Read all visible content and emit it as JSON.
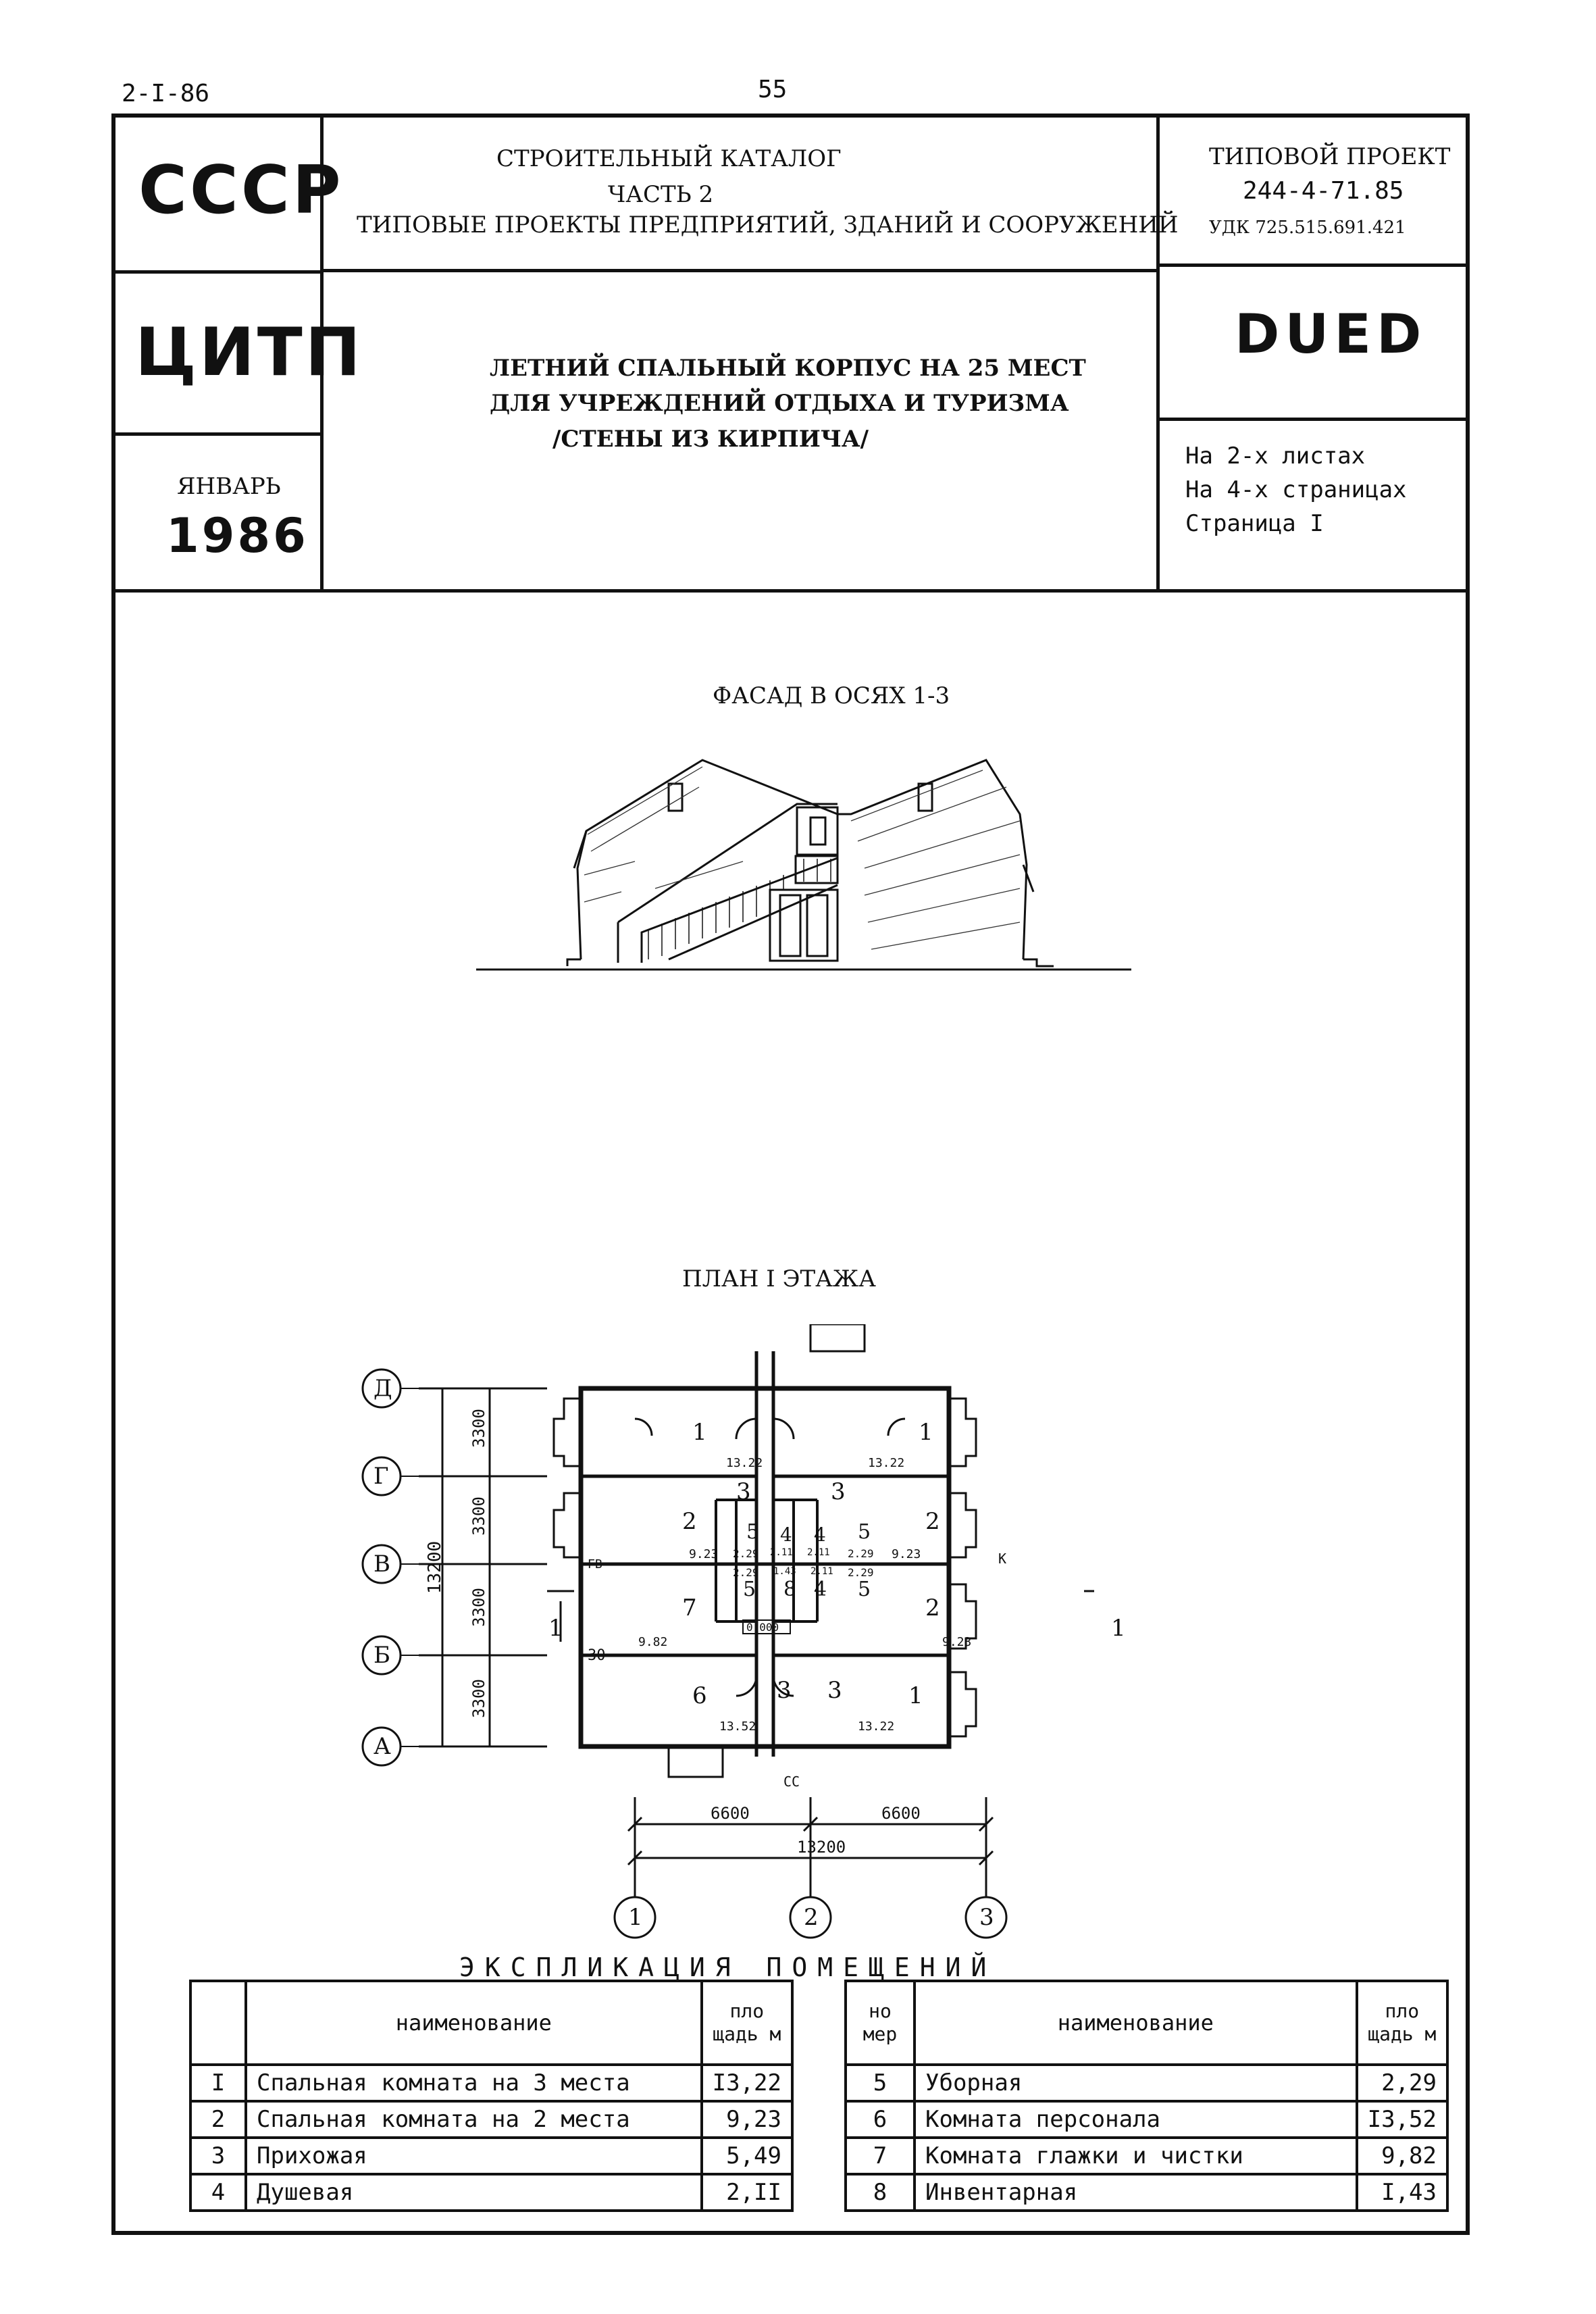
{
  "header": {
    "doc_code": "2-I-86",
    "page_number": "55",
    "country": "СССР",
    "org": "ЦИТП",
    "month": "ЯНВАРЬ",
    "year": "1986",
    "catalog_line1": "СТРОИТЕЛЬНЫЙ КАТАЛОГ",
    "catalog_line2": "ЧАСТЬ 2",
    "catalog_line3": "ТИПОВЫЕ ПРОЕКТЫ ПРЕДПРИЯТИЙ, ЗДАНИЙ И СООРУЖЕНИЙ",
    "project_label": "ТИПОВОЙ ПРОЕКТ",
    "project_number": "244-4-71.85",
    "udk": "УДК 725.515.691.421",
    "title_line1": "ЛЕТНИЙ СПАЛЬНЫЙ КОРПУС НА 25 МЕСТ",
    "title_line2": "ДЛЯ УЧРЕЖДЕНИЙ ОТДЫХА И ТУРИЗМА",
    "title_line3": "/СТЕНЫ ИЗ КИРПИЧА/",
    "code_box": "DUED",
    "sheets": "На 2-х листах",
    "pages": "На 4-х страницах",
    "page": "Страница I"
  },
  "facade": {
    "title": "ФАСАД В ОСЯХ 1-3"
  },
  "plan": {
    "title": "ПЛАН I ЭТАЖА",
    "row_axes": [
      "Д",
      "Г",
      "В",
      "Б",
      "А"
    ],
    "col_axes": [
      "1",
      "2",
      "3"
    ],
    "row_dims": [
      "3300",
      "3300",
      "3300",
      "3300"
    ],
    "total_dim": "13200",
    "col_dims": [
      "6600",
      "6600"
    ],
    "total_col_dim": "13200",
    "section_mark": "1",
    "level": "0.000",
    "labels": {
      "gv": "ГВ",
      "k": "К",
      "thirty": "30",
      "cc": "СС"
    },
    "rooms": [
      {
        "n": "1",
        "area": "13.22"
      },
      {
        "n": "1",
        "area": "13.22"
      },
      {
        "n": "3",
        "area": ""
      },
      {
        "n": "3",
        "area": ""
      },
      {
        "n": "2",
        "area": "9.23"
      },
      {
        "n": "2",
        "area": "9.23"
      },
      {
        "n": "5",
        "area": "2.29"
      },
      {
        "n": "4",
        "area": "2.11"
      },
      {
        "n": "4",
        "area": "2.11"
      },
      {
        "n": "5",
        "area": "2.29"
      },
      {
        "n": "7",
        "area": "9.82"
      },
      {
        "n": "5",
        "area": "2.29"
      },
      {
        "n": "8",
        "area": "1.43"
      },
      {
        "n": "4",
        "area": "2.11"
      },
      {
        "n": "5",
        "area": "2.29"
      },
      {
        "n": "2",
        "area": "9.23"
      },
      {
        "n": "6",
        "area": "13.52"
      },
      {
        "n": "3",
        "area": ""
      },
      {
        "n": "3",
        "area": ""
      },
      {
        "n": "1",
        "area": "13.22"
      }
    ]
  },
  "explication": {
    "title": "ЭКСПЛИКАЦИЯ ПОМЕЩЕНИЙ",
    "col_name": "наименование",
    "col_area": "пло щадь м",
    "col_num": "но мер",
    "left": [
      {
        "n": "I",
        "name": "Спальная комната на 3 места",
        "area": "I3,22"
      },
      {
        "n": "2",
        "name": "Спальная комната на 2 места",
        "area": "9,23"
      },
      {
        "n": "3",
        "name": "Прихожая",
        "area": "5,49"
      },
      {
        "n": "4",
        "name": "Душевая",
        "area": "2,II"
      }
    ],
    "right": [
      {
        "n": "5",
        "name": "Уборная",
        "area": "2,29"
      },
      {
        "n": "6",
        "name": "Комната персонала",
        "area": "I3,52"
      },
      {
        "n": "7",
        "name": "Комната глажки и чистки",
        "area": "9,82"
      },
      {
        "n": "8",
        "name": "Инвентарная",
        "area": "I,43"
      }
    ]
  }
}
